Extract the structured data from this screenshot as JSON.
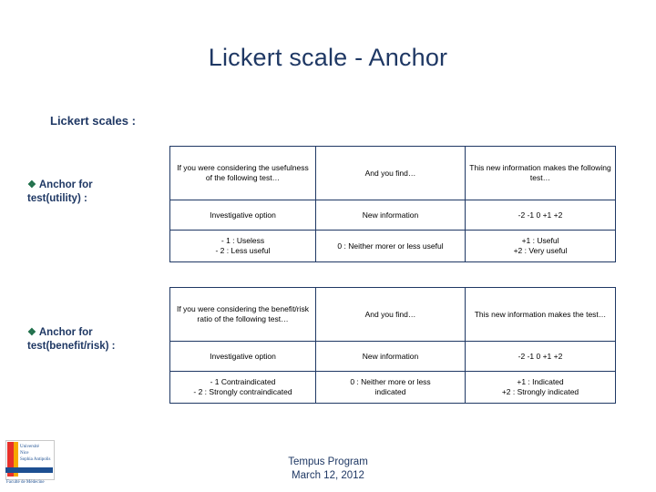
{
  "slide": {
    "title": "Lickert scale - Anchor",
    "intro_label": "Lickert scales :"
  },
  "anchors": [
    {
      "bullet": "❖",
      "line1": "Anchor for",
      "line2": "test(utility) :"
    },
    {
      "bullet": "❖",
      "line1": "Anchor for",
      "line2": "test(benefit/risk) :"
    }
  ],
  "table_utility": {
    "header": [
      "If you were considering the usefulness of the following test…",
      "And you find…",
      "This new information makes the following test…"
    ],
    "options": [
      "Investigative option",
      "New information",
      "-2  -1  0  +1  +2"
    ],
    "scale": {
      "left": [
        "- 1 : Useless",
        "- 2 : Less useful"
      ],
      "center": [
        "0 : Neither morer or less useful"
      ],
      "right": [
        "+1 : Useful",
        "+2 : Very useful"
      ]
    }
  },
  "table_benefit": {
    "header": [
      "If you were considering the benefit/risk ratio of the following test…",
      "And you find…",
      "This new information makes the test…"
    ],
    "options": [
      "Investigative option",
      "New information",
      "-2  -1  0  +1  +2"
    ],
    "scale": {
      "left": [
        "- 1 Contraindicated",
        "- 2 : Strongly contraindicated"
      ],
      "center": [
        "0 : Neither more or less",
        "indicated"
      ],
      "right": [
        "+1 : Indicated",
        "+2 : Strongly indicated"
      ]
    }
  },
  "footer": {
    "line1": "Tempus Program",
    "line2": "March 12, 2012"
  },
  "logo": {
    "line1": "Université",
    "line2": "Nice",
    "line3": "Sophia Antipolis",
    "line4": "Faculté de Médecine"
  },
  "colors": {
    "title": "#1f3864",
    "border": "#1f3864",
    "bullet": "#1f6f4a"
  }
}
